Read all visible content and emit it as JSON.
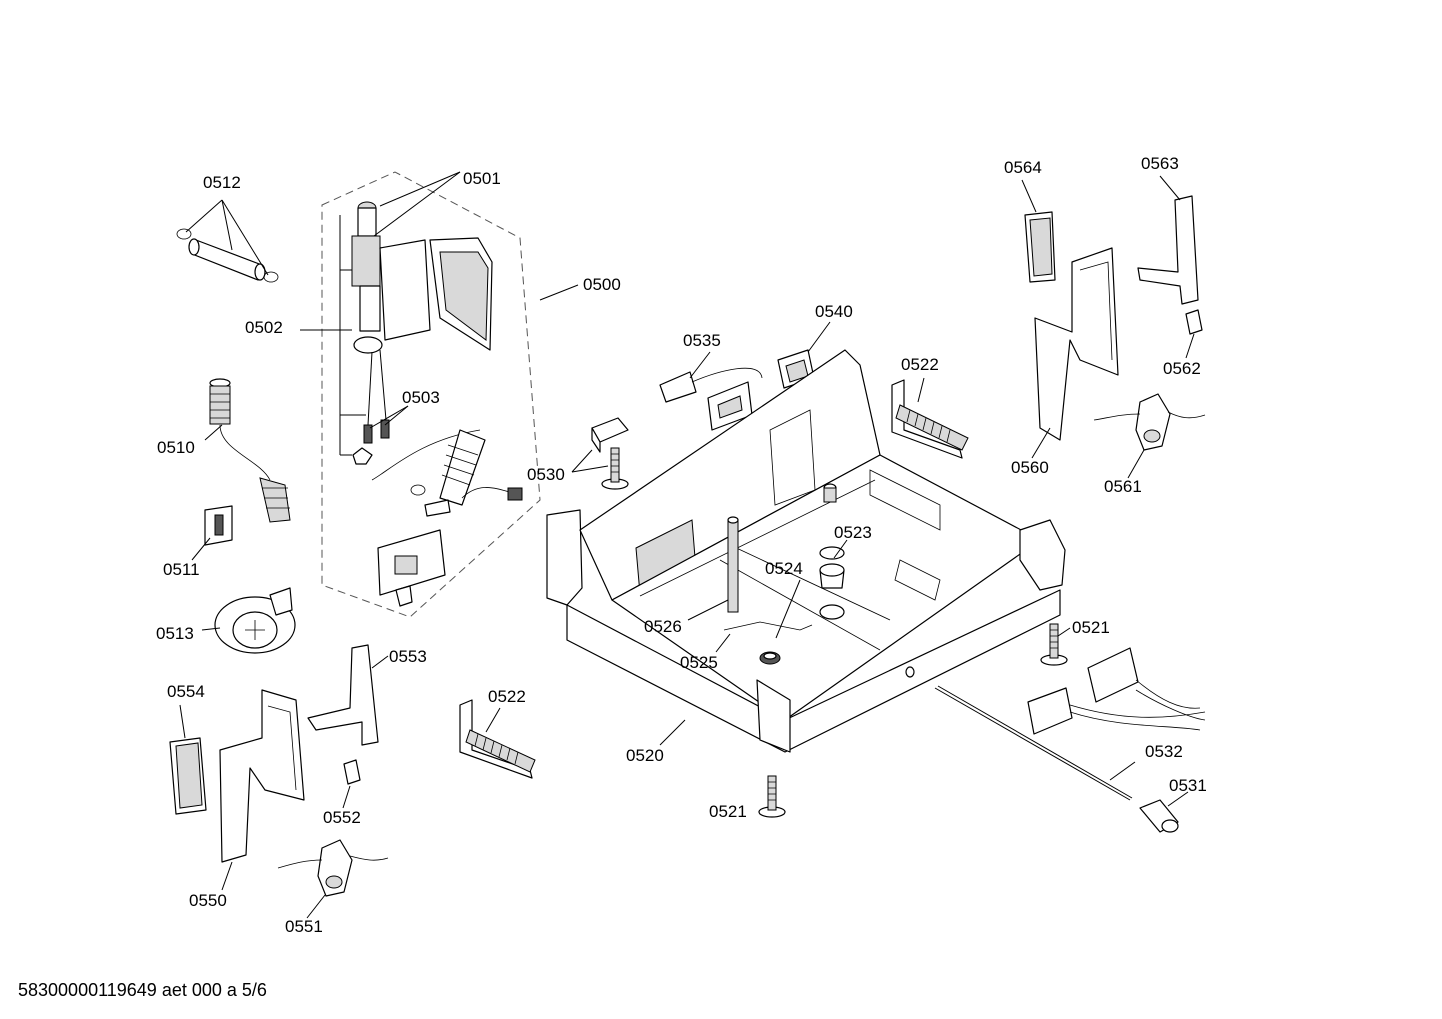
{
  "labels": {
    "l0512": "0512",
    "l0501": "0501",
    "l0500": "0500",
    "l0502": "0502",
    "l0503": "0503",
    "l0510": "0510",
    "l0511": "0511",
    "l0513": "0513",
    "l0554": "0554",
    "l0553": "0553",
    "l0552": "0552",
    "l0550": "0550",
    "l0551": "0551",
    "l0522a": "0522",
    "l0535": "0535",
    "l0540": "0540",
    "l0522b": "0522",
    "l0530": "0530",
    "l0523": "0523",
    "l0524": "0524",
    "l0526": "0526",
    "l0525": "0525",
    "l0520": "0520",
    "l0521a": "0521",
    "l0521b": "0521",
    "l0532": "0532",
    "l0531": "0531",
    "l0564": "0564",
    "l0563": "0563",
    "l0562": "0562",
    "l0560": "0560",
    "l0561": "0561"
  },
  "footer": "58300000119649 aet 000 a 5/6"
}
